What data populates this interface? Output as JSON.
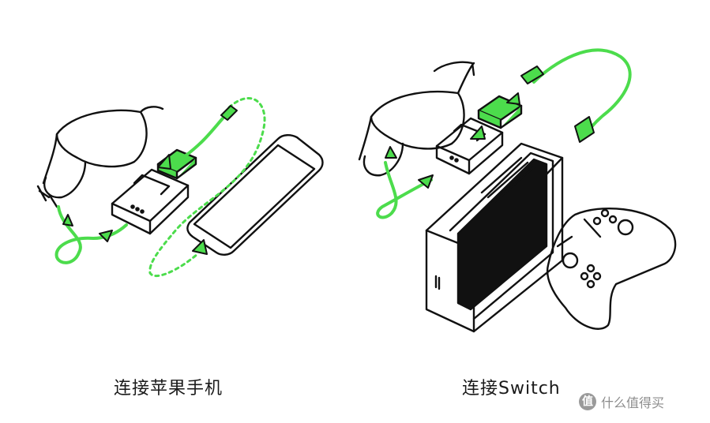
{
  "left_panel": {
    "caption": "连接苹果手机"
  },
  "right_panel": {
    "caption": "连接Switch"
  },
  "watermark": {
    "text": "什么值得买",
    "logo_glyph": "值"
  },
  "colors": {
    "accent": "#4cdc4c",
    "line": "#111111",
    "fill": "#ffffff"
  }
}
